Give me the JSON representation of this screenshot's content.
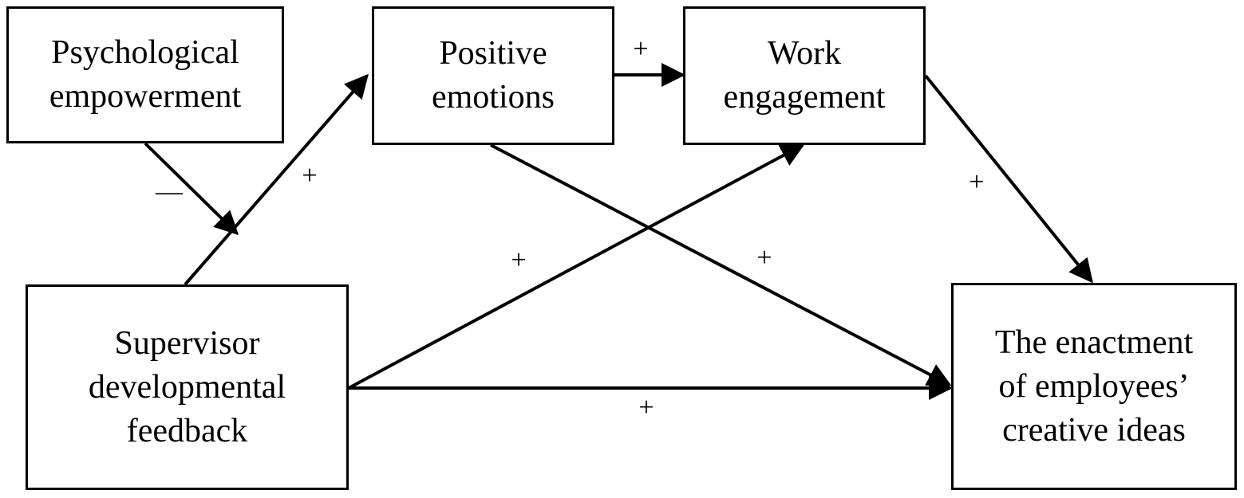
{
  "colors": {
    "stroke": "#000000",
    "background": "#ffffff"
  },
  "nodes": {
    "psychological_empowerment": "Psychological\nempowerment",
    "positive_emotions": "Positive\nemotions",
    "work_engagement": "Work\nengagement",
    "supervisor_feedback": "Supervisor\ndevelopmental\nfeedback",
    "creative_ideas": "The enactment\nof employees’\ncreative ideas"
  },
  "edges": [
    {
      "from": "supervisor_feedback",
      "to": "positive_emotions",
      "sign": "+"
    },
    {
      "from": "psychological_empowerment",
      "to": "supervisor_to_emotions_path",
      "sign": "—"
    },
    {
      "from": "positive_emotions",
      "to": "work_engagement",
      "sign": "+"
    },
    {
      "from": "work_engagement",
      "to": "creative_ideas",
      "sign": "+"
    },
    {
      "from": "supervisor_feedback",
      "to": "work_engagement",
      "sign": "+"
    },
    {
      "from": "positive_emotions",
      "to": "creative_ideas",
      "sign": "+"
    },
    {
      "from": "supervisor_feedback",
      "to": "creative_ideas",
      "sign": "+"
    }
  ]
}
